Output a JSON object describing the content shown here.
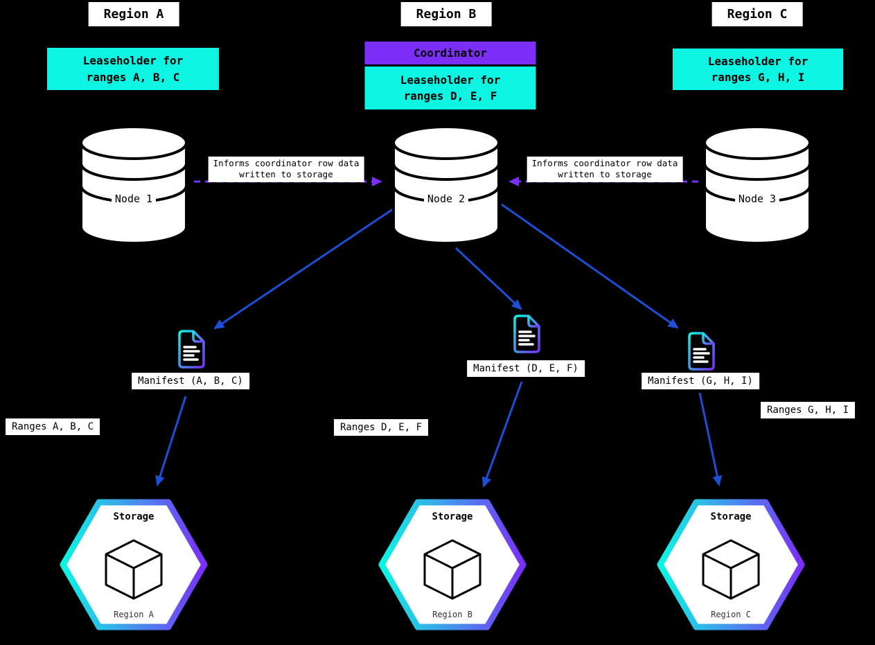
{
  "coordinator_label": "Coordinator",
  "inform": {
    "line1": "Informs coordinator row data",
    "line2": "written to storage"
  },
  "regions": [
    {
      "title": "Region A",
      "leaseholder": [
        "Leaseholder for",
        "ranges A, B, C"
      ],
      "node": "Node 1",
      "manifest": "Manifest (A, B, C)",
      "ranges": "Ranges A, B, C",
      "storage_title": "Storage",
      "storage_region": "Region A"
    },
    {
      "title": "Region B",
      "leaseholder": [
        "Leaseholder for",
        "ranges D, E, F"
      ],
      "node": "Node 2",
      "manifest": "Manifest (D, E, F)",
      "ranges": "Ranges D, E, F",
      "storage_title": "Storage",
      "storage_region": "Region B"
    },
    {
      "title": "Region C",
      "leaseholder": [
        "Leaseholder for",
        "ranges G, H, I"
      ],
      "node": "Node 3",
      "manifest": "Manifest (G, H, I)",
      "ranges": "Ranges G, H, I",
      "storage_title": "Storage",
      "storage_region": "Region C"
    }
  ],
  "colors": {
    "background": "#000000",
    "cyan": "#0DF5E2",
    "purple": "#7B2FF7",
    "arrow_blue": "#1D4ED8",
    "box_white": "#FFFFFF",
    "text_black": "#000000"
  }
}
